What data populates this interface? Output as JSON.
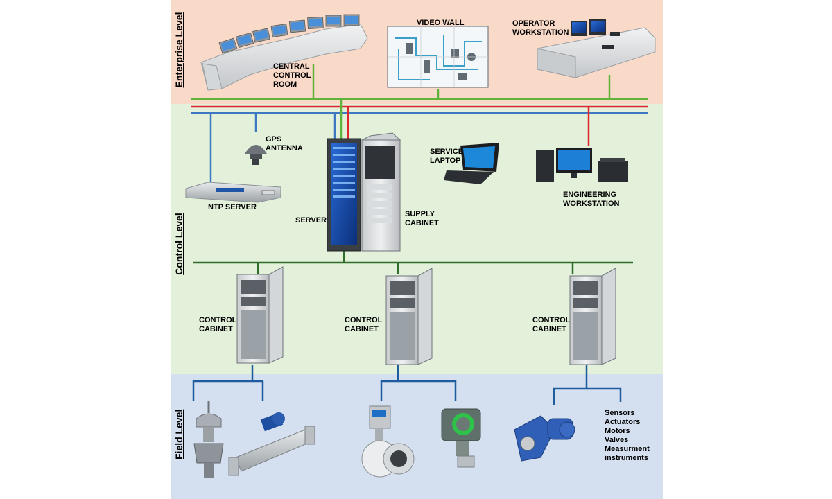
{
  "levels": {
    "enterprise": "Enterprise Level",
    "control": "Control Level",
    "field": "Field Level"
  },
  "labels": {
    "central_control_room": "CENTRAL\nCONTROL\nROOM",
    "video_wall": "VIDEO WALL",
    "operator_workstation": "OPERATOR\nWORKSTATION",
    "gps_antenna": "GPS\nANTENNA",
    "ntp_server": "NTP SERVER",
    "server": "SERVER",
    "supply_cabinet": "SUPPLY\nCABINET",
    "service_laptop": "SERVICE\nLAPTOP",
    "engineering_workstation": "ENGINEERING\nWORKSTATION",
    "control_cabinet_1": "CONTROL\nCABINET",
    "control_cabinet_2": "CONTROL\nCABINET",
    "control_cabinet_3": "CONTROL\nCABINET",
    "field_devices": "Sensors\nActuators\nMotors\nValves\nMeasurment\ninstruments"
  },
  "colors": {
    "enterprise_band": "#f9d9c8",
    "control_band": "#e3f0da",
    "field_band": "#d4e0f0",
    "green_bus": "#5fb33a",
    "dark_green_bus": "#2f6e2a",
    "red_bus": "#e0262b",
    "blue_bus": "#3d78c2",
    "field_bus": "#1e5c9e"
  }
}
